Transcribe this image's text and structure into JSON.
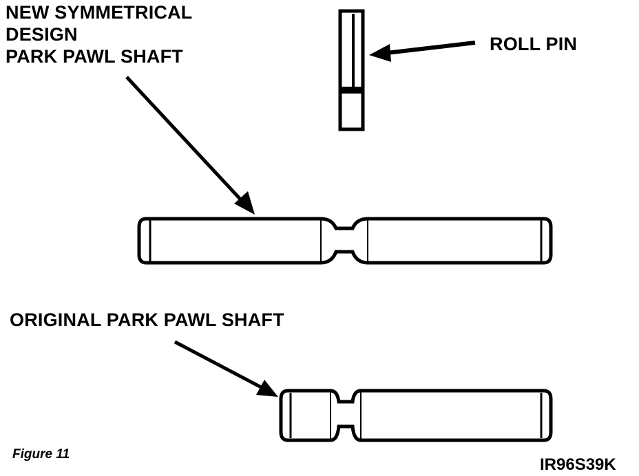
{
  "labels": {
    "new_shaft_line1": "NEW SYMMETRICAL",
    "new_shaft_line2": "DESIGN",
    "new_shaft_line3": "PARK PAWL SHAFT",
    "roll_pin": "ROLL PIN",
    "original_shaft": "ORIGINAL PARK PAWL SHAFT"
  },
  "caption": "Figure 11",
  "figure_code": "IR96S39K",
  "colors": {
    "ink": "#000000",
    "paper": "#ffffff"
  }
}
